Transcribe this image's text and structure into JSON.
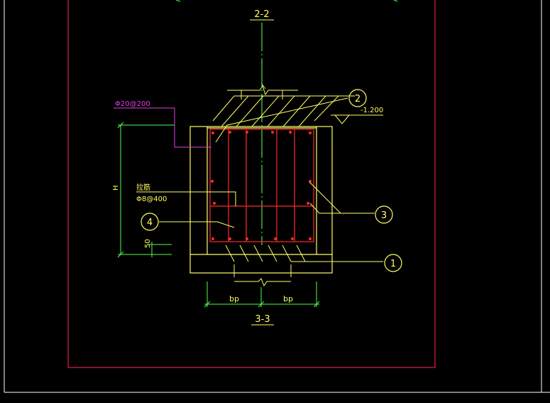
{
  "drawing": {
    "top_section_label": "2-2",
    "bottom_section_label": "3-3",
    "rebar_spec_top": "Φ20@200",
    "tie_label": "拉筋",
    "tie_spec": "Φ8@400",
    "elevation": "-1.200",
    "height_label": "H",
    "cover_label": "50",
    "width_label_left": "bp",
    "width_label_right": "bp",
    "callouts": [
      "1",
      "2",
      "3",
      "4"
    ]
  },
  "colors": {
    "background": "#000000",
    "frame": "#e0204a",
    "outline": "#ffffff",
    "concrete": "#ffff66",
    "rebar": "#ff2a2a",
    "dimension": "#4dff4d",
    "leader_magenta": "#e040e0",
    "centerline": "#6dff6d"
  }
}
